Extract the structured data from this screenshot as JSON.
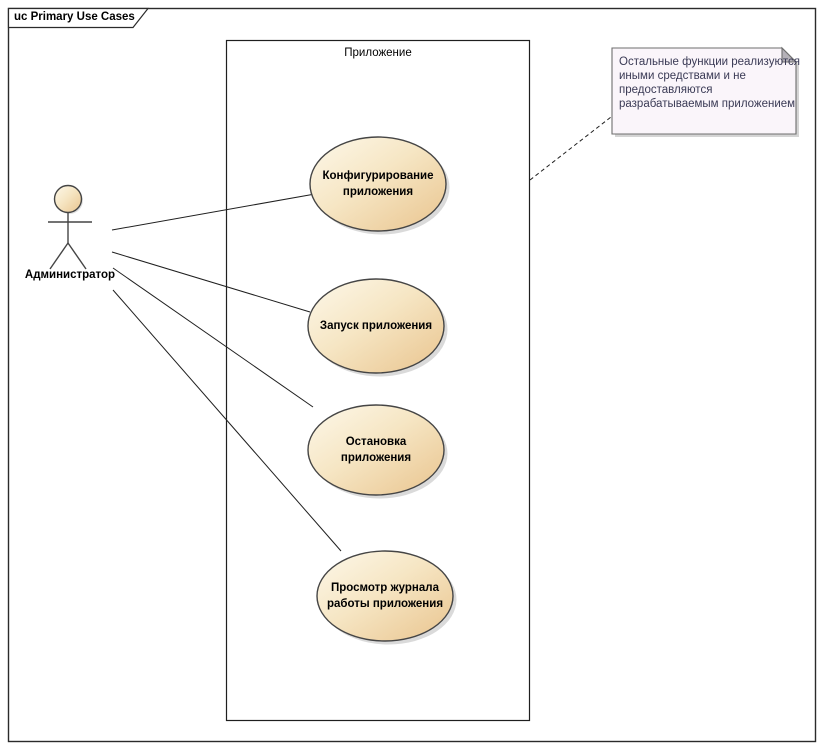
{
  "frame": {
    "label": "uc Primary Use Cases"
  },
  "boundary": {
    "label": "Приложение"
  },
  "actor": {
    "label": "Администратор"
  },
  "usecases": [
    {
      "id": "configure",
      "lines": [
        "Конфигурирование",
        "приложения"
      ]
    },
    {
      "id": "start",
      "lines": [
        "Запуск приложения"
      ]
    },
    {
      "id": "stop",
      "lines": [
        "Остановка",
        "приложения"
      ]
    },
    {
      "id": "viewlog",
      "lines": [
        "Просмотр журнала",
        "работы приложения"
      ]
    }
  ],
  "note": {
    "lines": [
      "Остальные функции реализуются",
      "иными средствами и не",
      "предоставляются",
      "разрабатываемым приложением"
    ]
  },
  "colors": {
    "usecase_gradient_start": "#fdf8ea",
    "usecase_gradient_end": "#e9c48e",
    "shape_stroke": "#454545",
    "shadow": "#c2c2c2",
    "note_fill": "#faf5fa",
    "note_fold": "#b5b1b8",
    "note_text": "#3a3a55",
    "line": "#1f1f1f",
    "background": "#ffffff"
  }
}
